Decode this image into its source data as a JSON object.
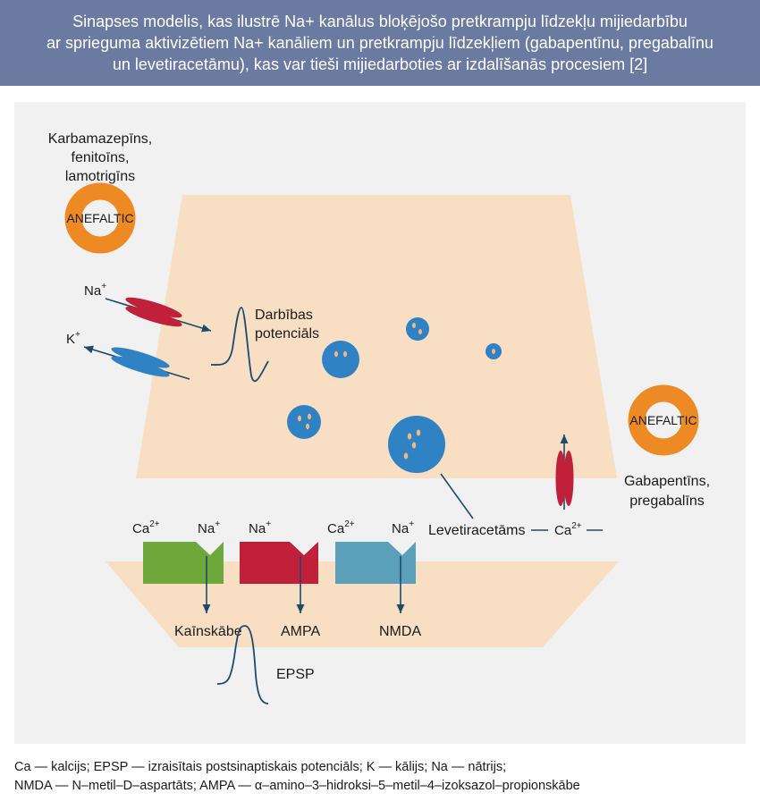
{
  "header": {
    "title_lines": [
      "Sinapses modelis, kas ilustrē Na+ kanālus bloķējošo pretkrampju līdzekļu mijiedarbību",
      "ar sprieguma aktivizētiem Na+ kanāliem un pretkrampju līdzekļiem (gabapentīnu, pregabalīnu",
      "un levetiracetāmu), kas var tieši mijiedarboties ar izdalīšanās procesiem [2]"
    ]
  },
  "diagram": {
    "drug_group_1": [
      "Karbamazepīns,",
      "fenitoīns,",
      "lamotrigīns"
    ],
    "ring_label_1": "ANEFALTIC",
    "ring_label_2": "ANEFALTIC",
    "drug_group_2": [
      "Gabapentīns,",
      "pregabalīns"
    ],
    "na_ion": "Na",
    "k_ion": "K",
    "plus": "+",
    "ca_ion": "Ca",
    "two_plus": "2+",
    "action_potential": [
      "Darbības",
      "potenciāls"
    ],
    "levetiracetam": "Levetiracetāms",
    "receptors": [
      {
        "left_ion": "Ca",
        "left_ion_sup": "2+",
        "right_ion": "Na",
        "right_ion_sup": "+",
        "label": "Kaīnskābe",
        "color": "#6fa83a"
      },
      {
        "left_ion": "Na",
        "left_ion_sup": "+",
        "right_ion": "",
        "right_ion_sup": "",
        "label": "AMPA",
        "color": "#c0203a"
      },
      {
        "left_ion": "Ca",
        "left_ion_sup": "2+",
        "right_ion": "Na",
        "right_ion_sup": "+",
        "label": "NMDA",
        "color": "#5ba0b8"
      }
    ],
    "epsp": "EPSP"
  },
  "colors": {
    "header_bg": "#6b7aa0",
    "terminal": "#f8dfc3",
    "vesicle": "#2f82c4",
    "ring": "#ee8a24",
    "arrow": "#1b4a6e",
    "na_channel": "#c0203a",
    "k_channel": "#2f82c4"
  },
  "footer": {
    "line1": "Ca — kalcijs; EPSP — izraisītais postsinaptiskais potenciāls; K — kālijs; Na — nātrijs;",
    "line2": "NMDA — N–metil–D–aspartāts; AMPA — α–amino–3–hidroksi–5–metil–4–izoksazol–propionskābe"
  }
}
